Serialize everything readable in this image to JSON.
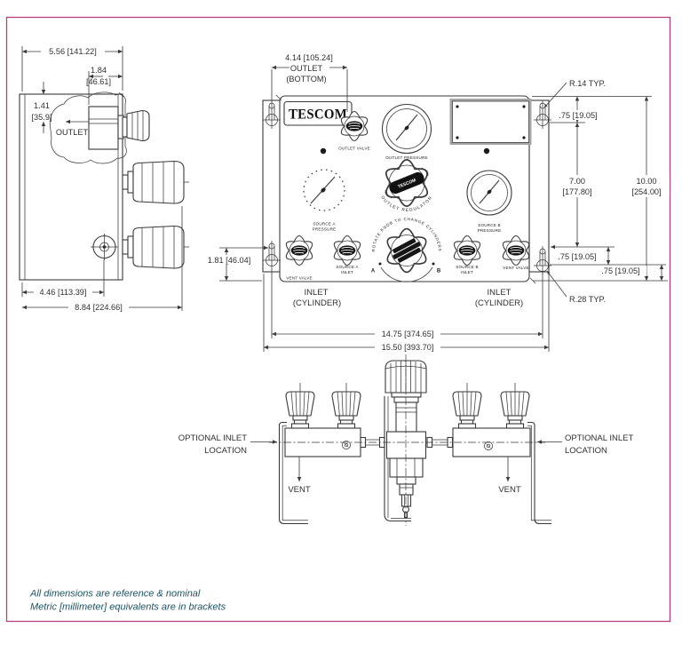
{
  "page": {
    "border_color": "#b5407e",
    "footnote_line1": "All dimensions are reference & nominal",
    "footnote_line2": "Metric [millimeter] equivalents are in brackets"
  },
  "side_view": {
    "dim_depth": "5.56 [141.22]",
    "dim_knob_in": "1.84",
    "dim_knob_mm": "[46.61]",
    "dim_outlet_in": "1.41",
    "dim_outlet_mm": "[35.9]",
    "outlet_label": "OUTLET",
    "dim_port": "4.46 [113.39]",
    "dim_overall": "8.84 [224.66]"
  },
  "front_view": {
    "brand": "TESCOM",
    "dim_outlet_1": "4.14 [105.24]",
    "dim_outlet_2": "OUTLET",
    "dim_outlet_3": "(BOTTOM)",
    "radius_top": "R.14 TYP.",
    "radius_bottom": "R.28 TYP.",
    "dim_hole_top": ".75 [19.05]",
    "dim_hole_bottom_a": ".75 [19.05]",
    "dim_hole_bottom_b": ".75 [19.05]",
    "dim_holes_v_in": "7.00",
    "dim_holes_v_mm": "[177.80]",
    "dim_height_in": "10.00",
    "dim_height_mm": "[254.00]",
    "dim_row": "1.81 [46.04]",
    "dim_holes_h": "14.75 [374.65]",
    "dim_width": "15.50 [393.70]",
    "label_outlet_valve": "OUTLET VALVE",
    "label_outlet_pressure": "OUTLET PRESSURE",
    "label_outlet_regulator": "OUTLET REGULATOR",
    "knob_brand": "TESCOM",
    "label_rotate": "ROTATE KNOB TO CHANGE CYLINDERS",
    "selector_a": "A",
    "selector_b": "B",
    "label_source_a_1": "SOURCE A",
    "label_source_a_2": "PRESSURE",
    "label_source_b_1": "SOURCE B",
    "label_source_b_2": "PRESSURE",
    "label_vent_left": "VENT VALVE",
    "label_vent_right": "VENT VALVE",
    "label_inlet_a_1": "SOURCE A",
    "label_inlet_a_2": "INLET",
    "label_inlet_b_1": "SOURCE B",
    "label_inlet_b_2": "INLET",
    "label_cyl_left_1": "INLET",
    "label_cyl_left_2": "(CYLINDER)",
    "label_cyl_right_1": "INLET",
    "label_cyl_right_2": "(CYLINDER)"
  },
  "bottom_view": {
    "label_optional_left_1": "OPTIONAL INLET",
    "label_optional_left_2": "LOCATION",
    "label_optional_right_1": "OPTIONAL INLET",
    "label_optional_right_2": "LOCATION",
    "label_vent_left": "VENT",
    "label_vent_right": "VENT"
  }
}
